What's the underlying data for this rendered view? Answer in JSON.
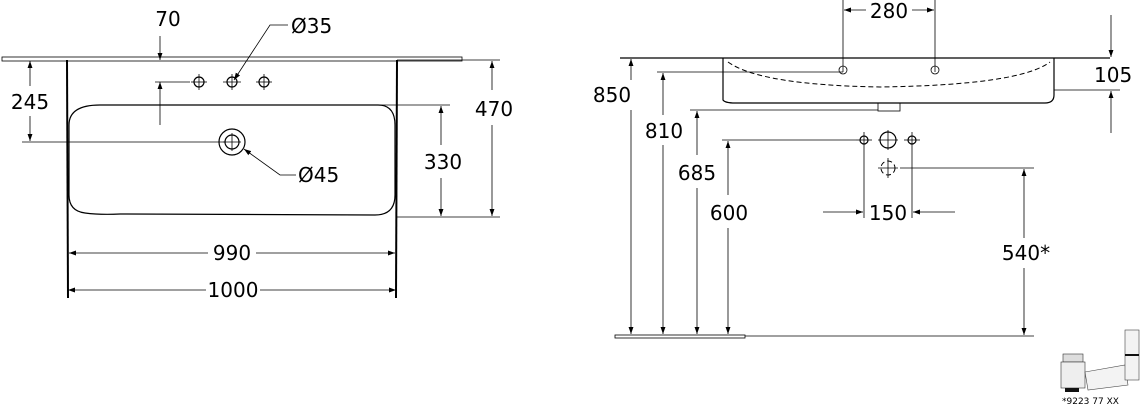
{
  "top_view": {
    "dim_70": "70",
    "dim_245": "245",
    "dim_470": "470",
    "dim_330": "330",
    "dim_990": "990",
    "dim_1000": "1000",
    "tap_hole_diameter": "Ø35",
    "drain_diameter": "Ø45"
  },
  "side_view": {
    "dim_280": "280",
    "dim_105": "105",
    "dim_850": "850",
    "dim_810": "810",
    "dim_685": "685",
    "dim_600": "600",
    "dim_150": "150",
    "dim_540": "540*"
  },
  "accessory": {
    "part_number": "*9223 77 XX"
  }
}
